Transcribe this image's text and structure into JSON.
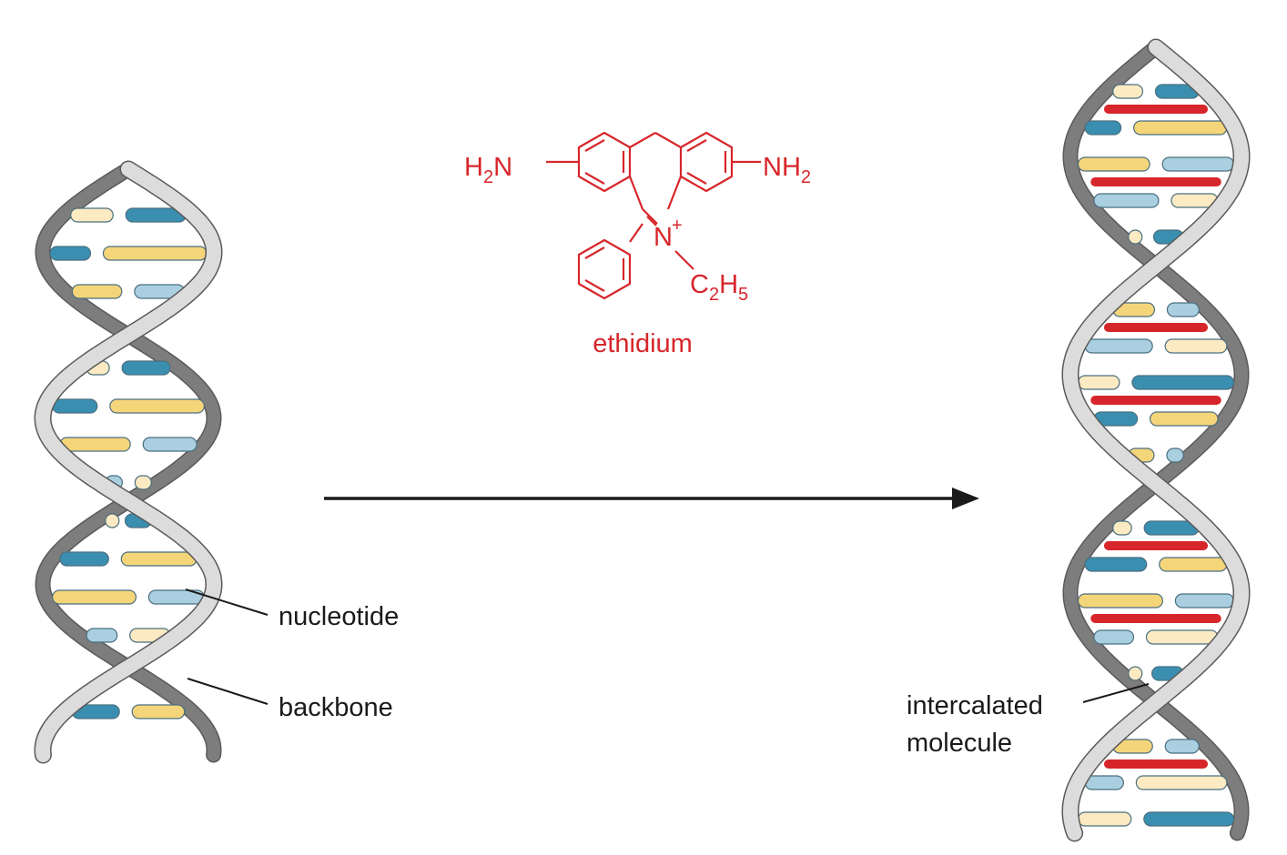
{
  "labels": {
    "nucleotide": "nucleotide",
    "backbone": "backbone",
    "intercalated_line1": "intercalated",
    "intercalated_line2": "molecule"
  },
  "molecule": {
    "name": "ethidium",
    "amine_left_H": "H",
    "amine_left_sub": "2",
    "amine_left_N": "N",
    "amine_right_N": "NH",
    "amine_right_sub": "2",
    "ring_nitrogen": "N",
    "charge": "+",
    "ethyl_C": "C",
    "ethyl_C_sub": "2",
    "ethyl_H": "H",
    "ethyl_H_sub": "5"
  },
  "colors": {
    "molecule": "#d7262b",
    "arrow": "#1a1a1a",
    "backbone_light": "#dcdcdc",
    "backbone_dark": "#7d7d7d",
    "base_dark_blue": "#3a8fb0",
    "base_light_blue": "#a9cfe0",
    "base_yellow": "#f5d57a",
    "base_pale_yellow": "#fbeac2",
    "intercalator": "#d7262b"
  },
  "icons": {
    "reaction_arrow": "arrow-right-icon",
    "dna_before": "dna-double-helix-icon",
    "dna_after": "dna-double-helix-with-intercalator-icon"
  }
}
